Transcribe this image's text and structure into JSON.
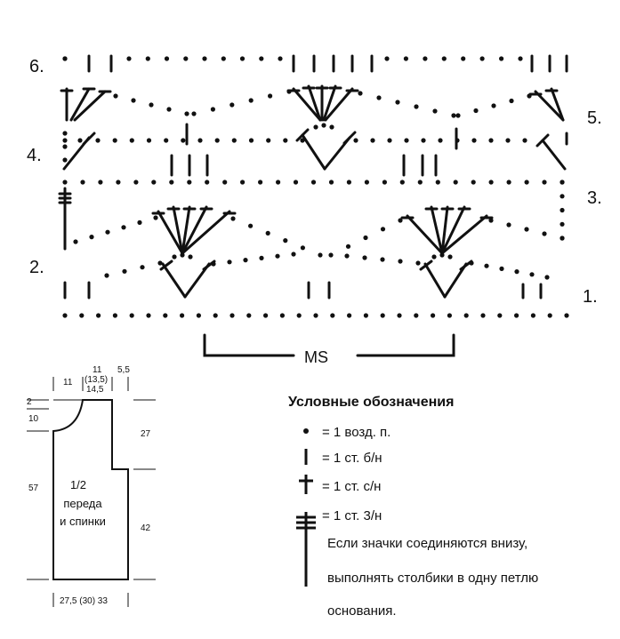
{
  "chart": {
    "row_labels": [
      "1.",
      "2.",
      "3.",
      "4.",
      "5.",
      "6."
    ],
    "repeat_label": "MS"
  },
  "schematic": {
    "top_dims": [
      "11",
      "11",
      "(13,5)",
      "14,5",
      "5,5"
    ],
    "left_dims": [
      "2",
      "10",
      "57"
    ],
    "right_dims": [
      "27",
      "42"
    ],
    "bottom_dim": "27,5 (30) 33",
    "label_lines": [
      "1/2",
      "переда",
      "и спинки"
    ]
  },
  "legend": {
    "title": "Условные обозначения",
    "items": [
      {
        "symbol": "chain-dot-icon",
        "text": "= 1 возд. п."
      },
      {
        "symbol": "single-crochet-icon",
        "text": "= 1 ст. б/н"
      },
      {
        "symbol": "double-crochet-icon",
        "text": "= 1 ст. с/н"
      },
      {
        "symbol": "triple-crochet-icon",
        "text": "= 1 ст. 3/н"
      }
    ],
    "note_lines": [
      "Если значки соединяются внизу,",
      "выполнять столбики в одну петлю",
      "основания."
    ]
  }
}
